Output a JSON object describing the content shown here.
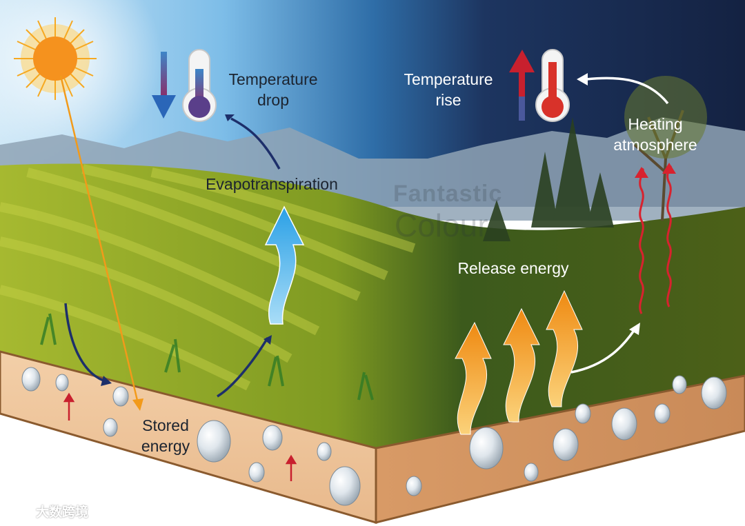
{
  "labels": {
    "temperature_drop": [
      "Temperature",
      "drop"
    ],
    "temperature_rise": [
      "Temperature",
      "rise"
    ],
    "heating_atmosphere": [
      "Heating",
      "atmosphere"
    ],
    "evapotranspiration": "Evapotranspiration",
    "release_energy": "Release energy",
    "stored_energy": [
      "Stored",
      "energy"
    ]
  },
  "watermark": {
    "line1": "Fantastic",
    "line2": "Colour"
  },
  "corner_logo": "大数跨境",
  "colors": {
    "day_sky": "#6fb4e4",
    "night_sky": "#1c2a4a",
    "field_green": "#8aa12a",
    "soil": "#f0c9a2",
    "cold_arrow": "#2a66b8",
    "warm_arrow": "#c8202e",
    "energy_arrow": "#f29a1a",
    "vapor_arrow": "#3aa8e8"
  },
  "icons": [
    "sun-icon",
    "thermometer-cold-icon",
    "thermometer-hot-icon",
    "down-arrow-icon",
    "up-arrow-icon",
    "water-drop-icon",
    "heat-wave-icon"
  ]
}
